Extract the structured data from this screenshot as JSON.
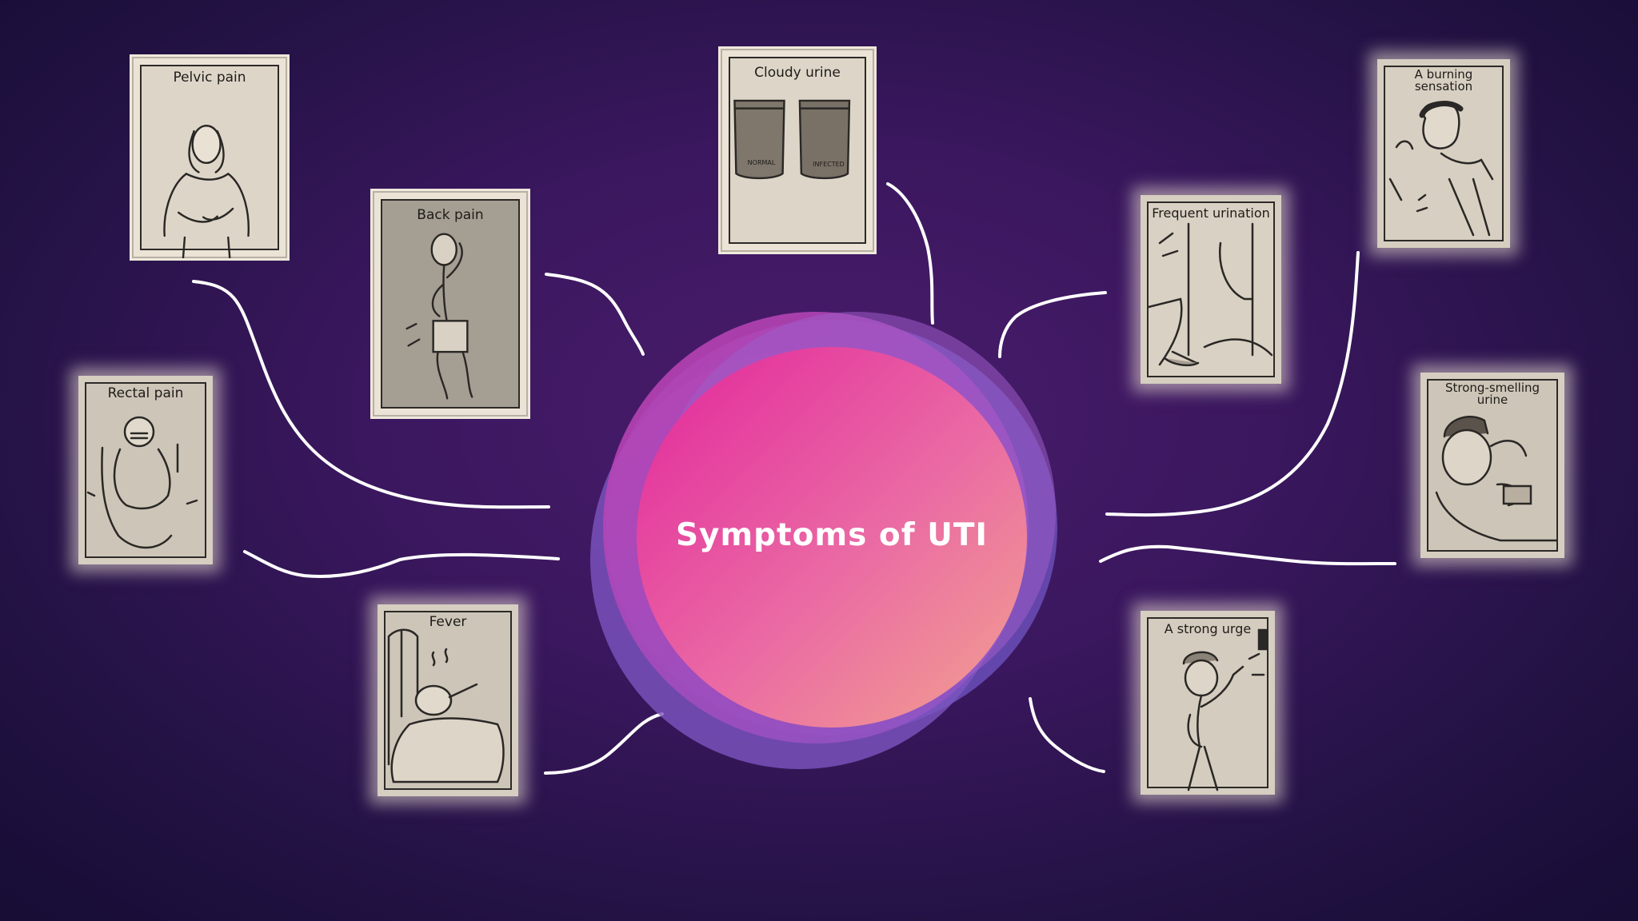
{
  "center": {
    "title": "Symptoms of UTI"
  },
  "symptoms": {
    "pelvic_pain": "Pelvic pain",
    "back_pain": "Back pain",
    "cloudy_urine": "Cloudy urine",
    "cloudy_urine_jar_left": "NORMAL",
    "cloudy_urine_jar_right": "INFECTED",
    "rectal_pain": "Rectal pain",
    "fever": "Fever",
    "frequent_urination": "Frequent urination",
    "burning_sensation": "A burning\nsensation",
    "strong_smelling_urine": "Strong-smelling\nurine",
    "strong_urge": "A strong urge"
  },
  "colors": {
    "background": "#3a175e",
    "bubble_pink": "#e23fa0",
    "bubble_peach": "#f09a9a",
    "bubble_purple": "#7a52b8",
    "connector": "#ffffff"
  }
}
